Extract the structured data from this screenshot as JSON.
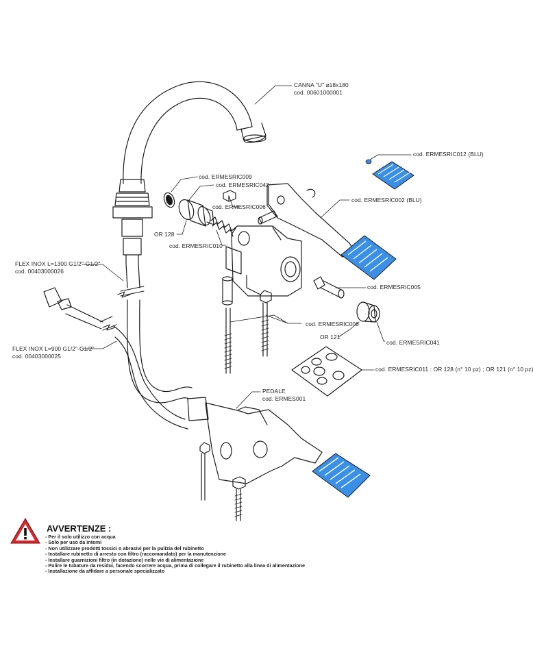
{
  "parts": {
    "spout": {
      "name": "CANNA \"U\" ⌀18x180",
      "code": "cod. 00601000001"
    },
    "ermesric012": {
      "code": "cod. ERMESRIC012 (BLU)"
    },
    "ermesric009": {
      "code": "cod. ERMESRIC009"
    },
    "ermesric042": {
      "code": "cod. ERMESRIC042"
    },
    "ermesric006": {
      "code": "cod. ERMESRIC006"
    },
    "ermesric002": {
      "code": "cod. ERMESRIC002 (BLU)"
    },
    "or128": {
      "label": "OR 128"
    },
    "ermesric010": {
      "code": "cod. ERMESRIC010"
    },
    "flex1300": {
      "name": "FLEX INOX L=1300 G1/2\"-G1/2\"",
      "code": "cod. 00403000026"
    },
    "ermesric005": {
      "code": "cod. ERMESRIC005"
    },
    "ermesric008": {
      "code": "cod. ERMESRIC008"
    },
    "or121": {
      "label": "OR 121"
    },
    "ermesric041": {
      "code": "cod. ERMESRIC041"
    },
    "flex900": {
      "name": "FLEX INOX L=900 G1/2\"-G1/2\"",
      "code": "cod. 00403000025"
    },
    "ermesric011": {
      "code": "cod. ERMESRIC011 : OR 128 (n° 10 pz) ; OR 121 (n° 10 pz)"
    },
    "pedale": {
      "name": "PEDALE",
      "code": "cod. ERMES001"
    }
  },
  "warnings": {
    "title": "AVVERTENZE :",
    "items": [
      "Per il solo utilizzo con acqua",
      "Solo per uso da interni",
      "Non utilizzare prodotti tossici o abrasivi per la pulizia del rubinetto",
      "Installare rubinetto di arresto con  filtro (raccomandato) per la manutenzione",
      "Installare guarnizioni filtro (in dotazione) nelle vie di alimentazione",
      "Pulire le tubature da residui, facendo scorrere acqua, prima di collegare il rubinetto alla linea di alimentazione",
      "Installazione da affidare a personale specializzato"
    ]
  },
  "colors": {
    "line": "#1a1a1a",
    "blue": "#3a8fe6",
    "warning_red": "#d9262b"
  }
}
